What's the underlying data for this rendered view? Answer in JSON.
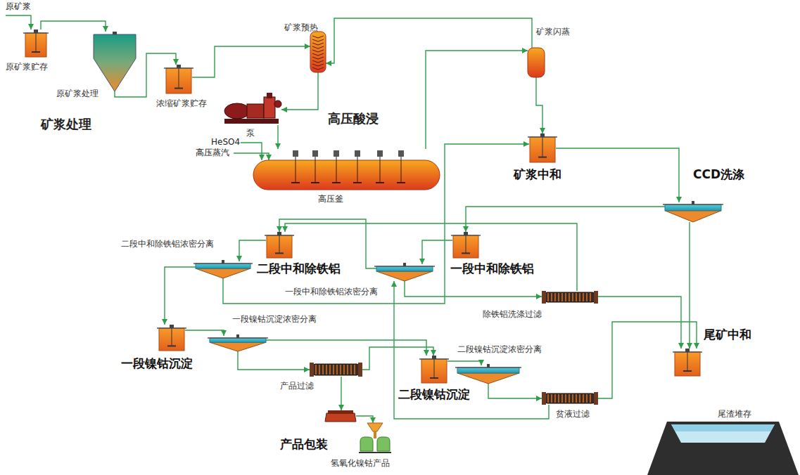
{
  "diagram": {
    "nodes": [
      {
        "text": [
          "原矿浆贮存"
        ]
      },
      {
        "text": [
          "原矿浆处理"
        ]
      },
      {
        "text": [
          "浓缩矿浆贮存"
        ]
      },
      {
        "text": [
          "矿浆预热"
        ]
      },
      {
        "text": [
          "矿浆闪蒸"
        ]
      },
      {
        "text": [
          "泵"
        ]
      },
      {
        "text": [
          "高压釜"
        ]
      },
      {
        "text": [
          "矿浆中和"
        ]
      },
      {
        "text": [
          "CCD洗涤"
        ]
      },
      {
        "text": [
          "二段中和除铁铝浓密分离"
        ]
      },
      {
        "text": [
          "二段中和除铁铝"
        ]
      },
      {
        "text": [
          "一段中和除铁铝浓密分离"
        ]
      },
      {
        "text": [
          "一段中和除铁铝"
        ]
      },
      {
        "text": [
          "除铁铝洗涤过滤"
        ]
      },
      {
        "text": [
          "尾矿中和"
        ]
      },
      {
        "text": [
          "一段镍钴沉淀"
        ]
      },
      {
        "text": [
          "一段镍钴沉淀浓密分离"
        ]
      },
      {
        "text": [
          "产品过滤"
        ]
      },
      {
        "text": [
          "二段镍钴沉淀"
        ]
      },
      {
        "text": [
          "二段镍钴沉淀浓密分离"
        ]
      },
      {
        "text": [
          "贫液过滤"
        ]
      },
      {
        "text": [
          "产品包装"
        ]
      },
      {
        "text": [
          "氢氧化镍钴产品"
        ]
      },
      {
        "text": [
          "尾渣堆存"
        ]
      }
    ],
    "edges": [
      {
        "from": 0,
        "to": 1,
        "arrow": "to"
      },
      {
        "from": 1,
        "to": 2,
        "arrow": "to"
      },
      {
        "from": 2,
        "to": 3,
        "arrow": "to"
      },
      {
        "from": 3,
        "to": 5,
        "arrow": "to"
      },
      {
        "from": 5,
        "to": 6,
        "arrow": "to"
      },
      {
        "from": 6,
        "to": 4,
        "arrow": "to"
      },
      {
        "from": 4,
        "to": 3,
        "arrow": "to"
      },
      {
        "from": 4,
        "to": 7,
        "arrow": "to"
      },
      {
        "from": 7,
        "to": 8,
        "arrow": "to"
      },
      {
        "from": 8,
        "to": 12,
        "arrow": "to"
      },
      {
        "from": 8,
        "to": 14,
        "arrow": "to"
      },
      {
        "from": 12,
        "to": 11,
        "arrow": "to"
      },
      {
        "from": 11,
        "to": 10,
        "arrow": "to"
      },
      {
        "from": 11,
        "to": 13,
        "arrow": "to"
      },
      {
        "from": 13,
        "to": 14,
        "arrow": "to"
      },
      {
        "from": 13,
        "to": 10,
        "arrow": "to"
      },
      {
        "from": 10,
        "to": 9,
        "arrow": "to"
      },
      {
        "from": 9,
        "to": 15,
        "arrow": "to"
      },
      {
        "from": 9,
        "to": 7,
        "arrow": "to"
      },
      {
        "from": 15,
        "to": 16,
        "arrow": "to"
      },
      {
        "from": 16,
        "to": 17,
        "arrow": "to"
      },
      {
        "from": 16,
        "to": 18,
        "arrow": "to"
      },
      {
        "from": 17,
        "to": 18,
        "arrow": "to"
      },
      {
        "from": 17,
        "to": 21,
        "arrow": "to"
      },
      {
        "from": 21,
        "to": 22,
        "arrow": "to"
      },
      {
        "from": 18,
        "to": 19,
        "arrow": "to"
      },
      {
        "from": 19,
        "to": 20,
        "arrow": "to"
      },
      {
        "from": 20,
        "to": 14,
        "arrow": "to"
      },
      {
        "from": 20,
        "to": 11,
        "arrow": "to"
      }
    ],
    "labels": [
      "原矿浆",
      "矿浆处理",
      "高压酸浸",
      "HeSO4",
      "高压蒸汽"
    ]
  }
}
